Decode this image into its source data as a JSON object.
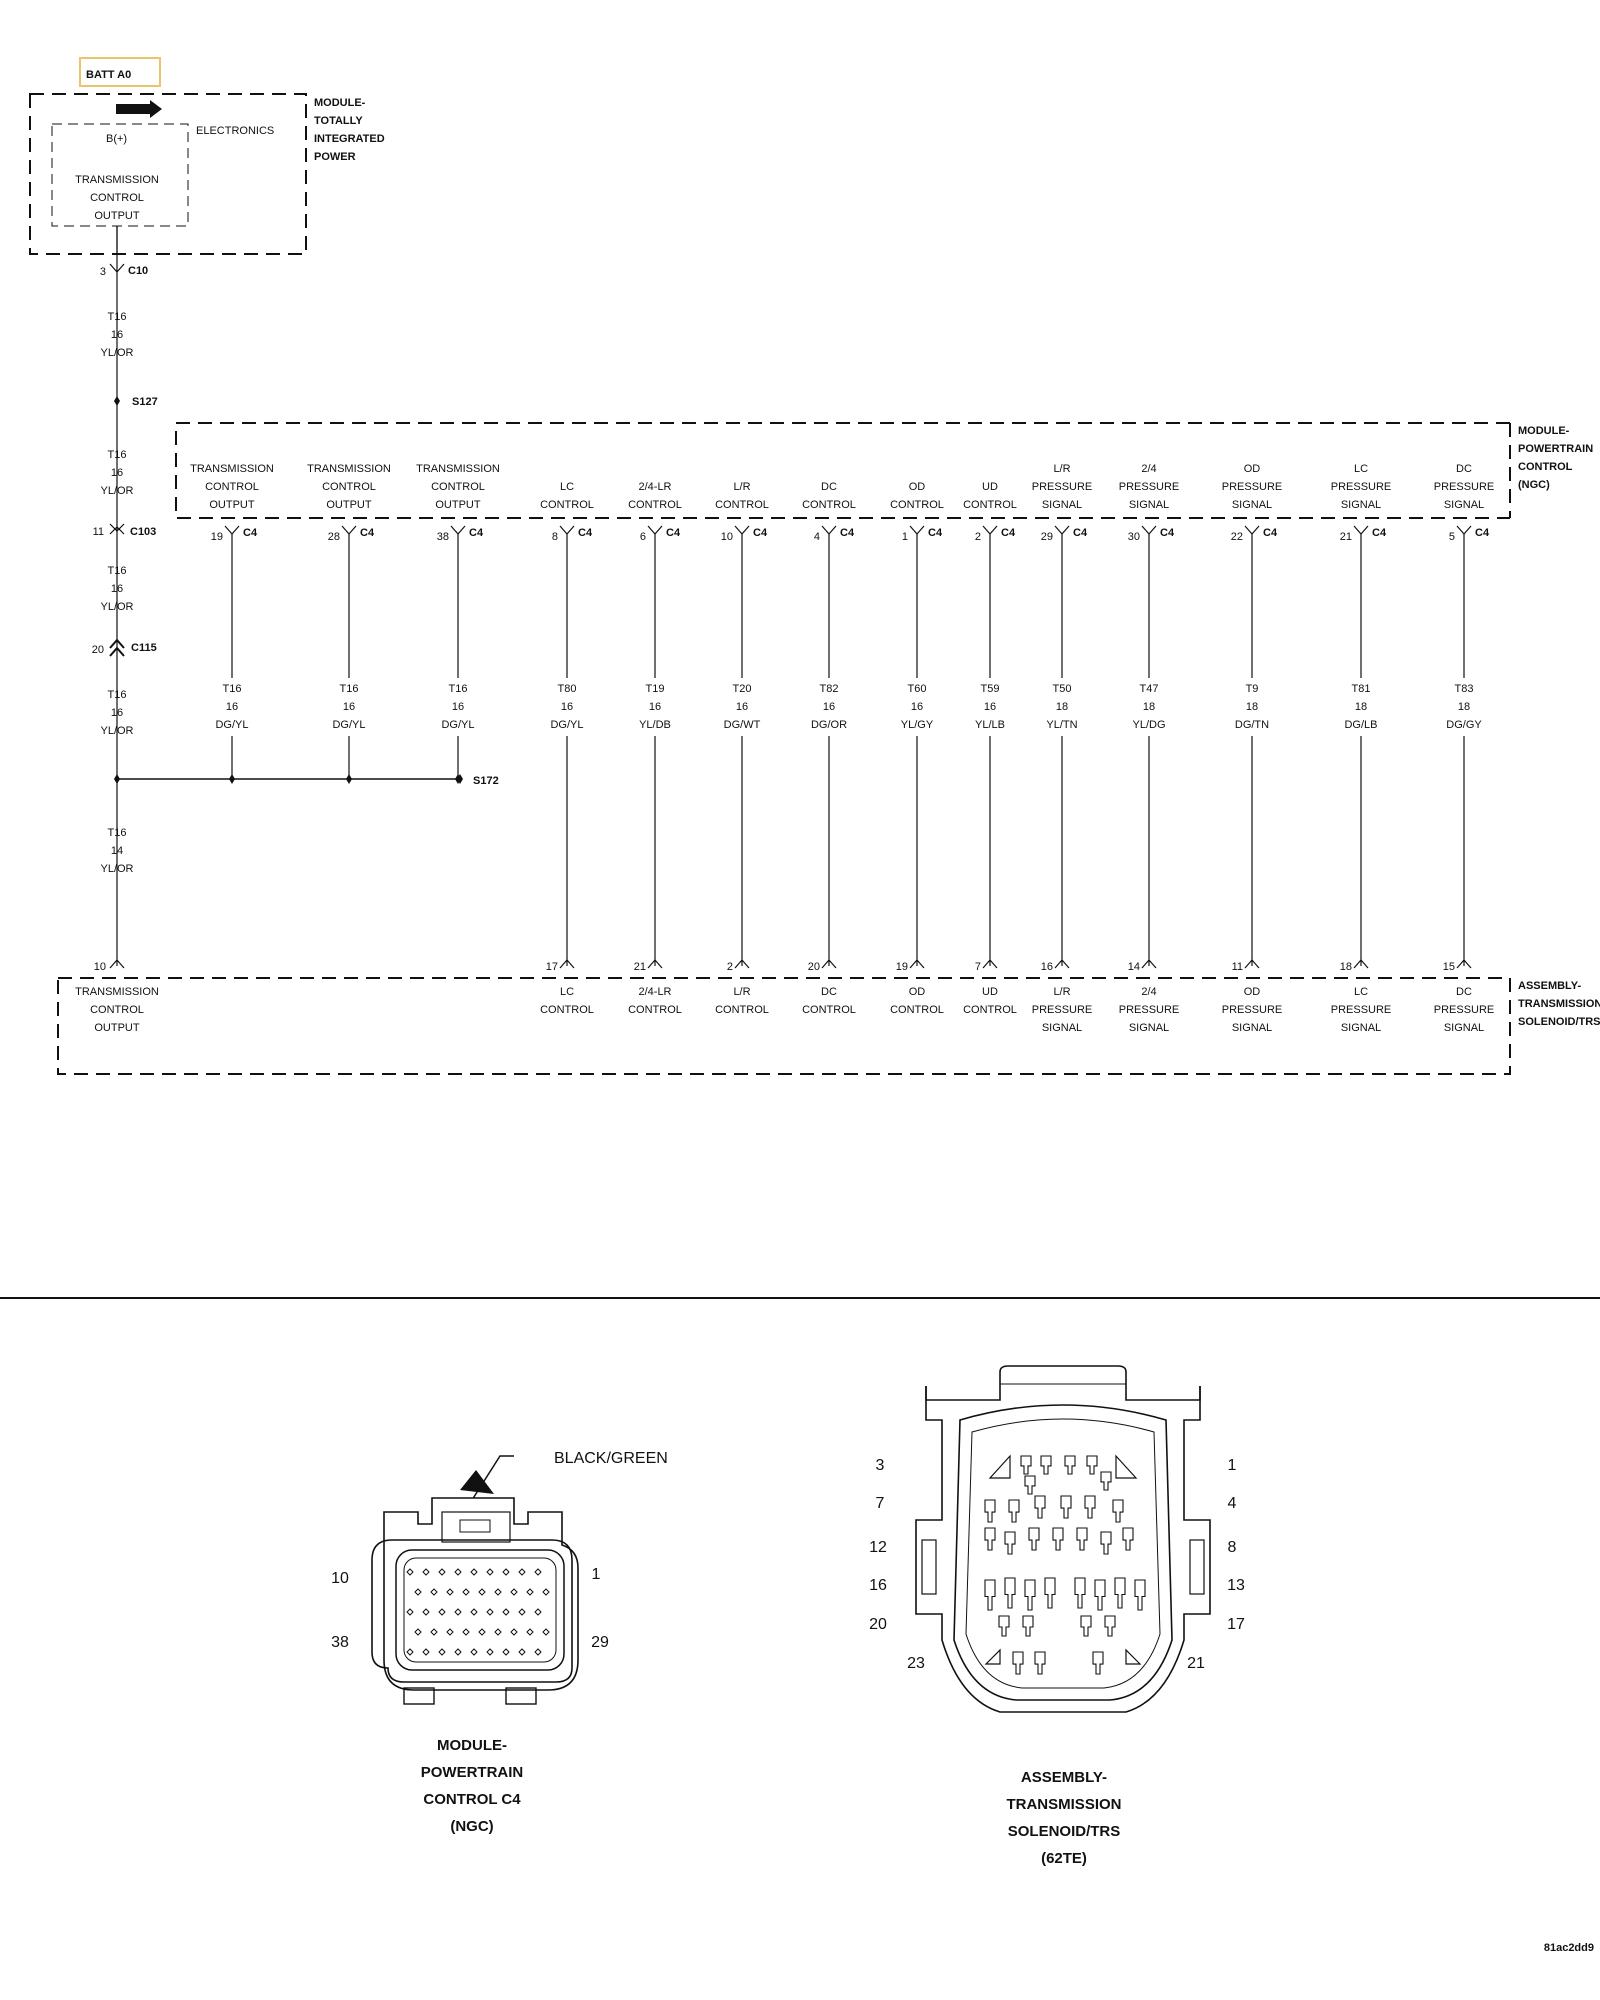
{
  "battery": {
    "label": "BATT A0"
  },
  "tipm": {
    "title": [
      "MODULE-",
      "TOTALLY",
      "INTEGRATED",
      "POWER"
    ],
    "electronics": "ELECTRONICS",
    "bplus": "B(+)",
    "tco": [
      "TRANSMISSION",
      "CONTROL",
      "OUTPUT"
    ]
  },
  "main_wire": {
    "c10": {
      "pin": "3",
      "connector": "C10"
    },
    "seg1": [
      "T16",
      "16",
      "YL/OR"
    ],
    "s127": "S127",
    "seg2": [
      "T16",
      "16",
      "YL/OR"
    ],
    "c103": {
      "pin": "11",
      "connector": "C103"
    },
    "seg3": [
      "T16",
      "16",
      "YL/OR"
    ],
    "c115": {
      "pin": "20",
      "connector": "C115"
    },
    "seg4": [
      "T16",
      "16",
      "YL/OR"
    ],
    "seg5": [
      "T16",
      "14",
      "YL/OR"
    ],
    "s172": "S172",
    "trs_pin": "10"
  },
  "pcm": {
    "title": [
      "MODULE-",
      "POWERTRAIN",
      "CONTROL",
      "(NGC)"
    ],
    "connector": "C4",
    "columns": [
      {
        "label": [
          "TRANSMISSION",
          "CONTROL",
          "OUTPUT"
        ],
        "pin": "19",
        "wire": [
          "T16",
          "16",
          "DG/YL"
        ]
      },
      {
        "label": [
          "TRANSMISSION",
          "CONTROL",
          "OUTPUT"
        ],
        "pin": "28",
        "wire": [
          "T16",
          "16",
          "DG/YL"
        ]
      },
      {
        "label": [
          "TRANSMISSION",
          "CONTROL",
          "OUTPUT"
        ],
        "pin": "38",
        "wire": [
          "T16",
          "16",
          "DG/YL"
        ]
      },
      {
        "label": [
          "LC",
          "CONTROL"
        ],
        "pin": "8",
        "wire": [
          "T80",
          "16",
          "DG/YL"
        ],
        "trs_pin": "17",
        "trs_label": [
          "LC",
          "CONTROL"
        ]
      },
      {
        "label": [
          "2/4-LR",
          "CONTROL"
        ],
        "pin": "6",
        "wire": [
          "T19",
          "16",
          "YL/DB"
        ],
        "trs_pin": "21",
        "trs_label": [
          "2/4-LR",
          "CONTROL"
        ]
      },
      {
        "label": [
          "L/R",
          "CONTROL"
        ],
        "pin": "10",
        "wire": [
          "T20",
          "16",
          "DG/WT"
        ],
        "trs_pin": "2",
        "trs_label": [
          "L/R",
          "CONTROL"
        ]
      },
      {
        "label": [
          "DC",
          "CONTROL"
        ],
        "pin": "4",
        "wire": [
          "T82",
          "16",
          "DG/OR"
        ],
        "trs_pin": "20",
        "trs_label": [
          "DC",
          "CONTROL"
        ]
      },
      {
        "label": [
          "OD",
          "CONTROL"
        ],
        "pin": "1",
        "wire": [
          "T60",
          "16",
          "YL/GY"
        ],
        "trs_pin": "19",
        "trs_label": [
          "OD",
          "CONTROL"
        ]
      },
      {
        "label": [
          "UD",
          "CONTROL"
        ],
        "pin": "2",
        "wire": [
          "T59",
          "16",
          "YL/LB"
        ],
        "trs_pin": "7",
        "trs_label": [
          "UD",
          "CONTROL"
        ]
      },
      {
        "label": [
          "L/R",
          "PRESSURE",
          "SIGNAL"
        ],
        "pin": "29",
        "wire": [
          "T50",
          "18",
          "YL/TN"
        ],
        "trs_pin": "16",
        "trs_label": [
          "L/R",
          "PRESSURE",
          "SIGNAL"
        ]
      },
      {
        "label": [
          "2/4",
          "PRESSURE",
          "SIGNAL"
        ],
        "pin": "30",
        "wire": [
          "T47",
          "18",
          "YL/DG"
        ],
        "trs_pin": "14",
        "trs_label": [
          "2/4",
          "PRESSURE",
          "SIGNAL"
        ]
      },
      {
        "label": [
          "OD",
          "PRESSURE",
          "SIGNAL"
        ],
        "pin": "22",
        "wire": [
          "T9",
          "18",
          "DG/TN"
        ],
        "trs_pin": "11",
        "trs_label": [
          "OD",
          "PRESSURE",
          "SIGNAL"
        ]
      },
      {
        "label": [
          "LC",
          "PRESSURE",
          "SIGNAL"
        ],
        "pin": "21",
        "wire": [
          "T81",
          "18",
          "DG/LB"
        ],
        "trs_pin": "18",
        "trs_label": [
          "LC",
          "PRESSURE",
          "SIGNAL"
        ]
      },
      {
        "label": [
          "DC",
          "PRESSURE",
          "SIGNAL"
        ],
        "pin": "5",
        "wire": [
          "T83",
          "18",
          "DG/GY"
        ],
        "trs_pin": "15",
        "trs_label": [
          "DC",
          "PRESSURE",
          "SIGNAL"
        ]
      }
    ]
  },
  "trs": {
    "title": [
      "ASSEMBLY-",
      "TRANSMISSION",
      "SOLENOID/TRS"
    ],
    "tco": [
      "TRANSMISSION",
      "CONTROL",
      "OUTPUT"
    ]
  },
  "pcm_connector_view": {
    "color_label": "BLACK/GREEN",
    "pins": [
      "10",
      "1",
      "38",
      "29"
    ],
    "caption": [
      "MODULE-",
      "POWERTRAIN",
      "CONTROL C4",
      "(NGC)"
    ]
  },
  "trs_connector_view": {
    "pins_left": [
      "3",
      "7",
      "12",
      "16",
      "20",
      "23"
    ],
    "pins_right": [
      "1",
      "4",
      "8",
      "13",
      "17",
      "21"
    ],
    "caption": [
      "ASSEMBLY-",
      "TRANSMISSION",
      "SOLENOID/TRS",
      "(62TE)"
    ]
  },
  "figure_id": "81ac2dd9"
}
